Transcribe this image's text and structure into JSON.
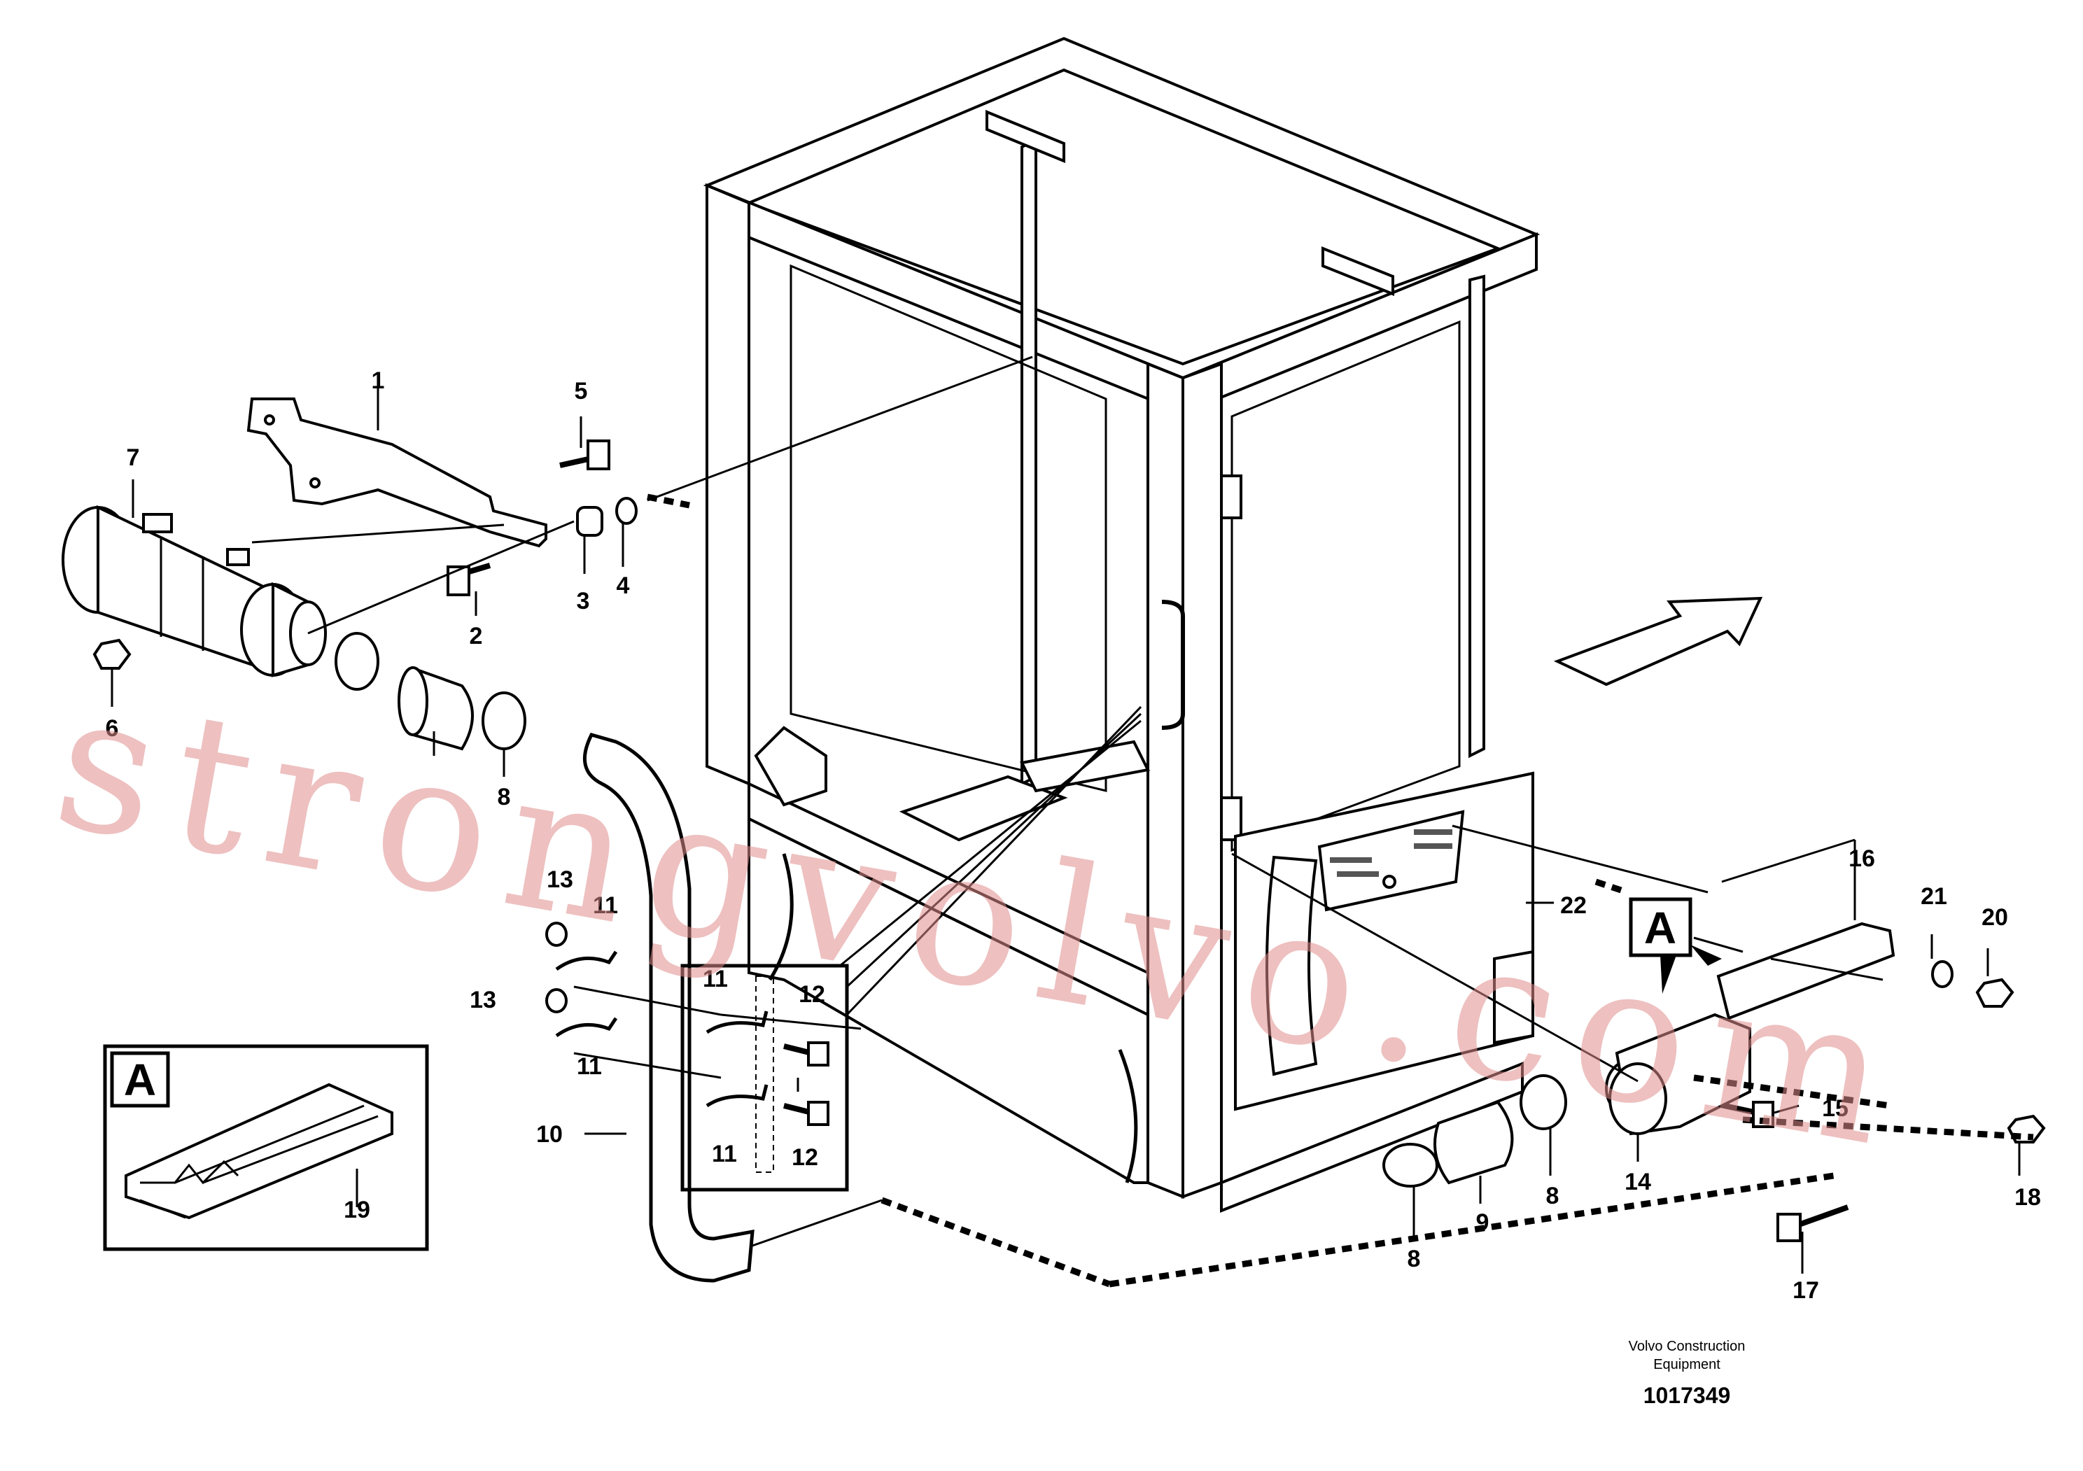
{
  "labels": {
    "l1": "1",
    "l2": "2",
    "l3": "3",
    "l4": "4",
    "l5": "5",
    "l6": "6",
    "l7": "7",
    "l8a": "8",
    "l8b": "8",
    "l8c": "8",
    "l9": "9",
    "l10": "10",
    "l11a": "11",
    "l11b": "11",
    "l11c": "11",
    "l11d": "11",
    "l12a": "12",
    "l12b": "12",
    "l13a": "13",
    "l13b": "13",
    "l14": "14",
    "l15": "15",
    "l16": "16",
    "l17": "17",
    "l18": "18",
    "l19": "19",
    "l20": "20",
    "l21": "21",
    "l22": "22"
  },
  "detail_box_label": "A",
  "callout_label": "A",
  "watermark": "strongvolvo.com",
  "credit": {
    "line1": "Volvo Construction",
    "line2": "Equipment"
  },
  "document_number": "1017349",
  "icons": {
    "direction_arrow": "arrow-up-right-icon"
  },
  "colors": {
    "watermark": "#e08c8c",
    "line": "#000000"
  }
}
